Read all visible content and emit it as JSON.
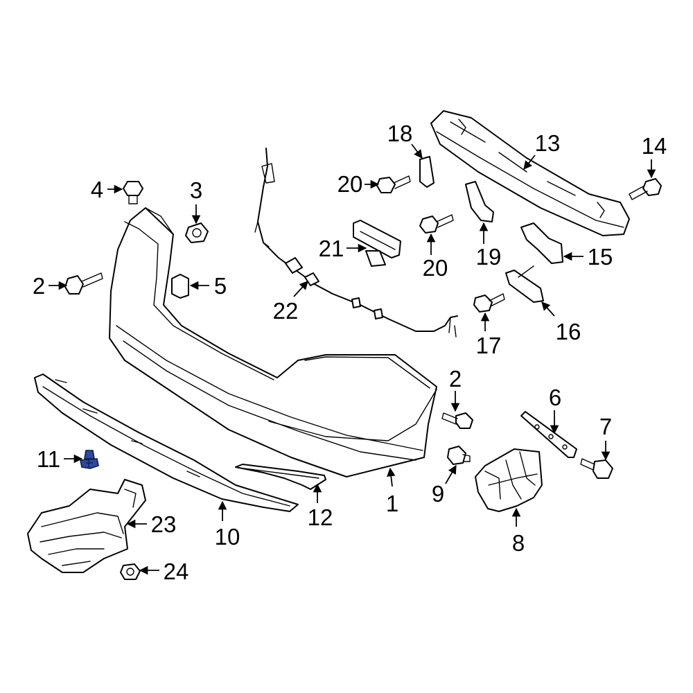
{
  "diagram": {
    "highlight_color": "#2b4aa0",
    "callouts": [
      {
        "id": "c1",
        "label": "1"
      },
      {
        "id": "c2a",
        "label": "2"
      },
      {
        "id": "c2b",
        "label": "2"
      },
      {
        "id": "c3",
        "label": "3"
      },
      {
        "id": "c4",
        "label": "4"
      },
      {
        "id": "c5",
        "label": "5"
      },
      {
        "id": "c6",
        "label": "6"
      },
      {
        "id": "c7",
        "label": "7"
      },
      {
        "id": "c8",
        "label": "8"
      },
      {
        "id": "c9",
        "label": "9"
      },
      {
        "id": "c10",
        "label": "10"
      },
      {
        "id": "c11",
        "label": "11"
      },
      {
        "id": "c12",
        "label": "12"
      },
      {
        "id": "c13",
        "label": "13"
      },
      {
        "id": "c14",
        "label": "14"
      },
      {
        "id": "c15",
        "label": "15"
      },
      {
        "id": "c16",
        "label": "16"
      },
      {
        "id": "c17",
        "label": "17"
      },
      {
        "id": "c18",
        "label": "18"
      },
      {
        "id": "c19",
        "label": "19"
      },
      {
        "id": "c20a",
        "label": "20"
      },
      {
        "id": "c20b",
        "label": "20"
      },
      {
        "id": "c21",
        "label": "21"
      },
      {
        "id": "c22",
        "label": "22"
      },
      {
        "id": "c23",
        "label": "23"
      },
      {
        "id": "c24",
        "label": "24"
      }
    ]
  }
}
